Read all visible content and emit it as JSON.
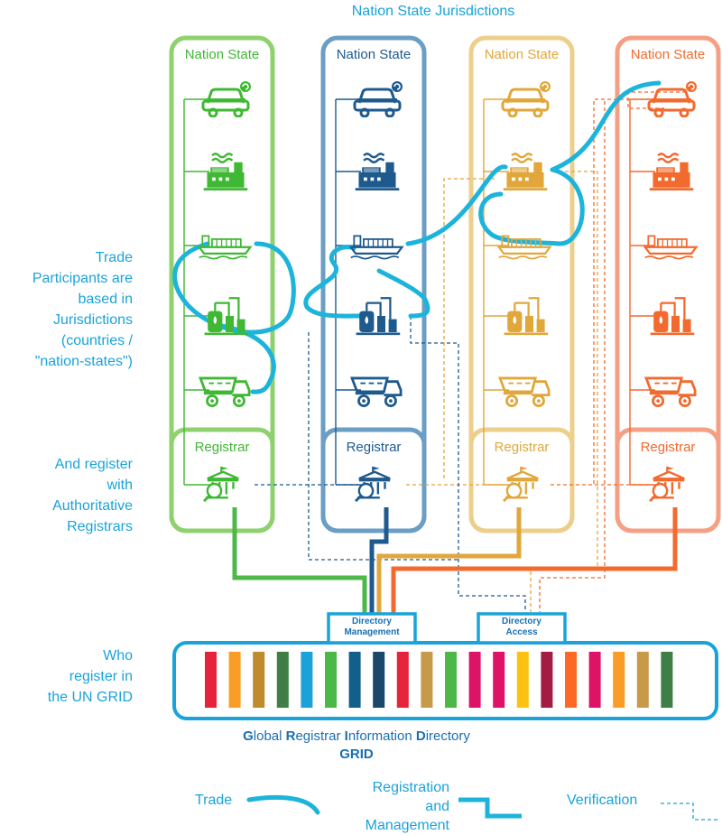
{
  "title": "Nation State Jurisdictions",
  "side_labels": {
    "trade": [
      "Trade",
      "Participants are",
      "based in",
      "Jurisdictions",
      "(countries /",
      "\"nation-states\")"
    ],
    "register": [
      "And register",
      "with",
      "Authoritative",
      "Registrars"
    ],
    "un_grid": [
      "Who",
      "register in",
      "the UN GRID"
    ]
  },
  "columns": [
    {
      "title": "Nation State",
      "registrar": "Registrar",
      "color": "#8fd16e",
      "icon_color": "#3fb833"
    },
    {
      "title": "Nation State",
      "registrar": "Registrar",
      "color": "#6b9ec4",
      "icon_color": "#1e5a8e"
    },
    {
      "title": "Nation State",
      "registrar": "Registrar",
      "color": "#edcf8c",
      "icon_color": "#e1a73b"
    },
    {
      "title": "Nation State",
      "registrar": "Registrar",
      "color": "#f5a084",
      "icon_color": "#f26a2e"
    }
  ],
  "participants": [
    "car-icon",
    "factory-icon",
    "ship-icon",
    "refinery-icon",
    "dump-truck-icon"
  ],
  "grid": {
    "directory_management": [
      "Directory",
      "Management"
    ],
    "directory_access": [
      "Directory",
      "Access"
    ],
    "title_parts": [
      {
        "b": "G",
        "t": "lobal "
      },
      {
        "b": "R",
        "t": "egistrar "
      },
      {
        "b": "I",
        "t": "nformation "
      },
      {
        "b": "D",
        "t": "irectory"
      }
    ],
    "acronym": "GRID",
    "bar_colors": [
      "#e5243b",
      "#f99d26",
      "#bf8b2e",
      "#3f7e44",
      "#1da1d9",
      "#4cb848",
      "#115f8a",
      "#19486a",
      "#e5243b",
      "#c69a48",
      "#4cb848",
      "#dd1367",
      "#dd1367",
      "#fdc20f",
      "#a31c44",
      "#fd6925",
      "#dd1367",
      "#f99d26",
      "#c69a48",
      "#3f7e44"
    ]
  },
  "legend": {
    "trade": "Trade",
    "registration": [
      "Registration",
      "and",
      "Management"
    ],
    "verification": "Verification"
  },
  "colors": {
    "trade_line": "#1db4db",
    "label_blue": "#1aa3d9",
    "grid_border": "#1aa3d9"
  }
}
